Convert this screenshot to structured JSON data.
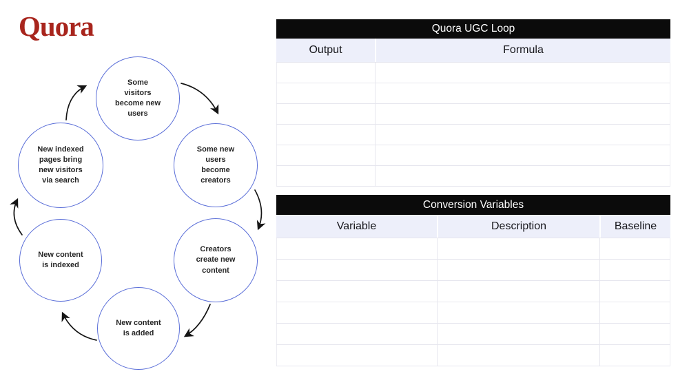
{
  "logo": {
    "text": "Quora",
    "color": "#a8251d"
  },
  "loop_diagram": {
    "circle_border_color": "#5a6ed8",
    "arrow_color": "#151515",
    "nodes": [
      {
        "label": "Some\nvisitors\nbecome new\nusers"
      },
      {
        "label": "Some new\nusers\nbecome\ncreators"
      },
      {
        "label": "Creators\ncreate new\ncontent"
      },
      {
        "label": "New content\nis added"
      },
      {
        "label": "New content\nis indexed"
      },
      {
        "label": "New indexed\npages bring\nnew visitors\nvia search"
      }
    ]
  },
  "ugc_table": {
    "title": "Quora UGC Loop",
    "columns": [
      "Output",
      "Formula"
    ],
    "empty_rows": 6
  },
  "variables_table": {
    "title": "Conversion Variables",
    "columns": [
      "Variable",
      "Description",
      "Baseline"
    ],
    "empty_rows": 6
  },
  "colors": {
    "table_title_bg": "#0b0b0b",
    "table_title_text": "#ffffff",
    "column_header_bg": "#edeffa",
    "row_border": "#e6e6ee"
  }
}
